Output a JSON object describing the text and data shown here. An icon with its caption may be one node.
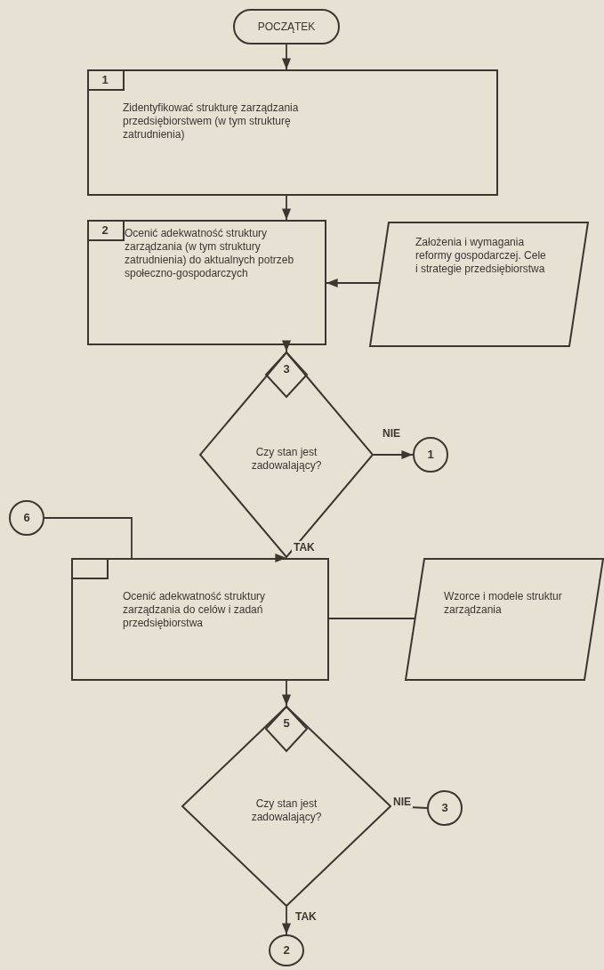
{
  "diagram": {
    "nodes": [
      {
        "text": [
          "POCZĄTEK"
        ]
      },
      {
        "text": [
          "1",
          "Zidentyfikować strukturę zarządzania przedsiębiorstwem (w tym strukturę zatrudnienia)"
        ]
      },
      {
        "text": [
          "2",
          "Ocenić adekwatność struktury zarządzania (w tym struktury zatrudnienia) do aktualnych potrzeb społeczno-gospodarczych"
        ]
      },
      {
        "text": [
          "Założenia i wymagania reformy gospodarczej. Cele i strategie przedsiębiorstwa"
        ]
      },
      {
        "text": [
          "3",
          "Czy stan jest zadowalający?"
        ]
      },
      {
        "text": [
          "1"
        ]
      },
      {
        "text": [
          "6"
        ]
      },
      {
        "text": [
          "Ocenić adekwatność struktury zarządzania do celów i zadań przedsiębiorstwa"
        ]
      },
      {
        "text": [
          "Wzorce i modele struktur zarządzania"
        ]
      },
      {
        "text": [
          "5",
          "Czy stan jest zadowalający?"
        ]
      },
      {
        "text": [
          "3"
        ]
      },
      {
        "text": [
          "2"
        ]
      }
    ],
    "edges": [
      {
        "from": 0,
        "to": 1,
        "arrow": "to"
      },
      {
        "from": 1,
        "to": 2,
        "arrow": "to"
      },
      {
        "from": 3,
        "to": 2,
        "arrow": "to"
      },
      {
        "from": 2,
        "to": 4,
        "arrow": "to"
      },
      {
        "from": 4,
        "to": 5,
        "arrow": "to",
        "label": "NIE"
      },
      {
        "from": 4,
        "to": 7,
        "arrow": "to",
        "label": "TAK"
      },
      {
        "from": 6,
        "to": 7,
        "arrow": "none"
      },
      {
        "from": 8,
        "to": 7,
        "arrow": "none"
      },
      {
        "from": 7,
        "to": 9,
        "arrow": "to"
      },
      {
        "from": 9,
        "to": 10,
        "arrow": "none",
        "label": "NIE"
      },
      {
        "from": 9,
        "to": 11,
        "arrow": "to",
        "label": "TAK"
      }
    ]
  }
}
